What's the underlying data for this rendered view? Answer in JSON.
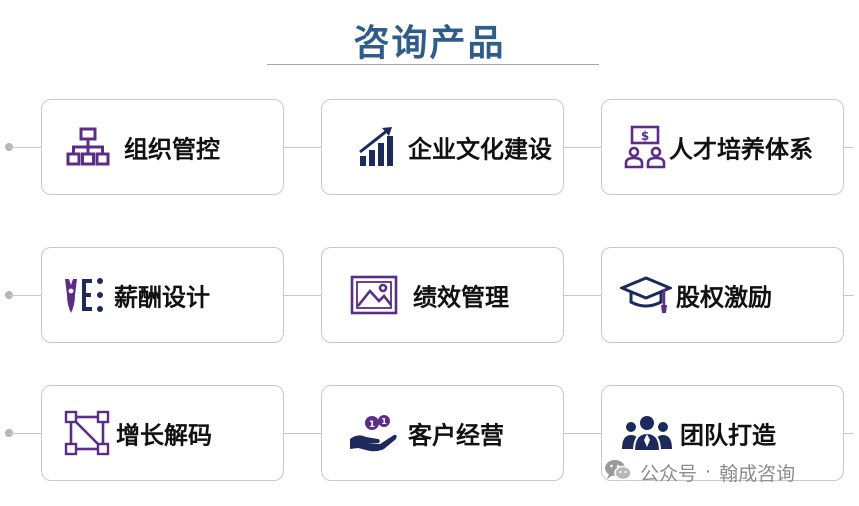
{
  "title": "咨询产品",
  "products": [
    {
      "label": "组织管控",
      "icon": "org-chart-icon"
    },
    {
      "label": "企业文化建设",
      "icon": "growth-chart-icon"
    },
    {
      "label": "人才培养体系",
      "icon": "talent-training-icon"
    },
    {
      "label": "薪酬设计",
      "icon": "compensation-list-icon"
    },
    {
      "label": "绩效管理",
      "icon": "performance-picture-icon"
    },
    {
      "label": "股权激励",
      "icon": "graduation-cap-icon"
    },
    {
      "label": "增长解码",
      "icon": "crop-frame-icon"
    },
    {
      "label": "客户经营",
      "icon": "hand-coins-icon"
    },
    {
      "label": "团队打造",
      "icon": "team-group-icon"
    }
  ],
  "watermark": {
    "brand": "公众号",
    "separator": "·",
    "name": "翰成咨询"
  },
  "colors": {
    "title": "#2f5d89",
    "icon_purple": "#5b2d86",
    "icon_navy": "#1f2a5c"
  }
}
